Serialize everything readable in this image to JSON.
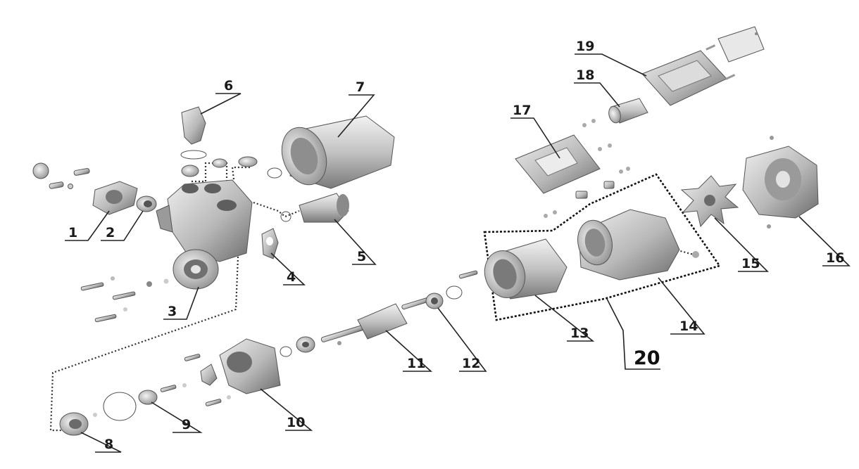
{
  "diagram": {
    "labels": {
      "p1": "1",
      "p2": "2",
      "p3": "3",
      "p4": "4",
      "p5": "5",
      "p6": "6",
      "p7": "7",
      "p8": "8",
      "p9": "9",
      "p10": "10",
      "p11": "11",
      "p12": "12",
      "p13": "13",
      "p14": "14",
      "p15": "15",
      "p16": "16",
      "p17": "17",
      "p18": "18",
      "p19": "19",
      "p20": "20"
    }
  },
  "colors": {
    "part_light": "#d6d6d6",
    "part_mid": "#a9a9a9",
    "part_dark": "#6e6e6e",
    "ink": "#1a1a1a"
  }
}
